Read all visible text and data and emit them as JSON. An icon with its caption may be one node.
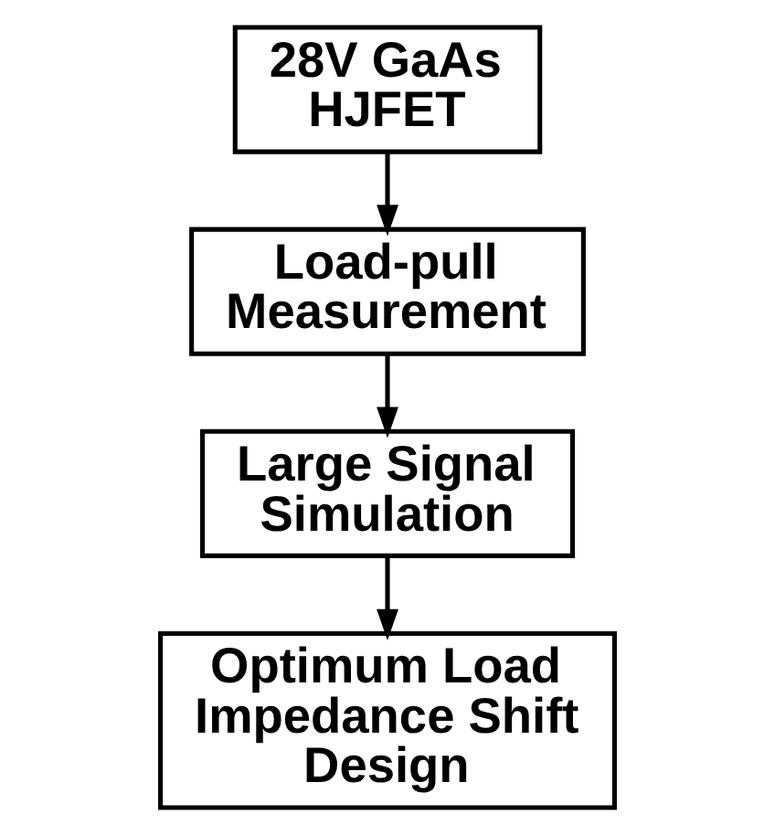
{
  "diagram": {
    "nodes": [
      {
        "text": [
          "28V GaAs HJFET"
        ]
      },
      {
        "text": [
          "Load-pull Measurement"
        ]
      },
      {
        "text": [
          "Large Signal Simulation"
        ]
      },
      {
        "text": [
          "Optimum Load Impedance Shift Design"
        ]
      }
    ],
    "edges": [
      {
        "from": 0,
        "to": 1,
        "arrow": "to"
      },
      {
        "from": 1,
        "to": 2,
        "arrow": "to"
      },
      {
        "from": 2,
        "to": 3,
        "arrow": "to"
      }
    ]
  }
}
